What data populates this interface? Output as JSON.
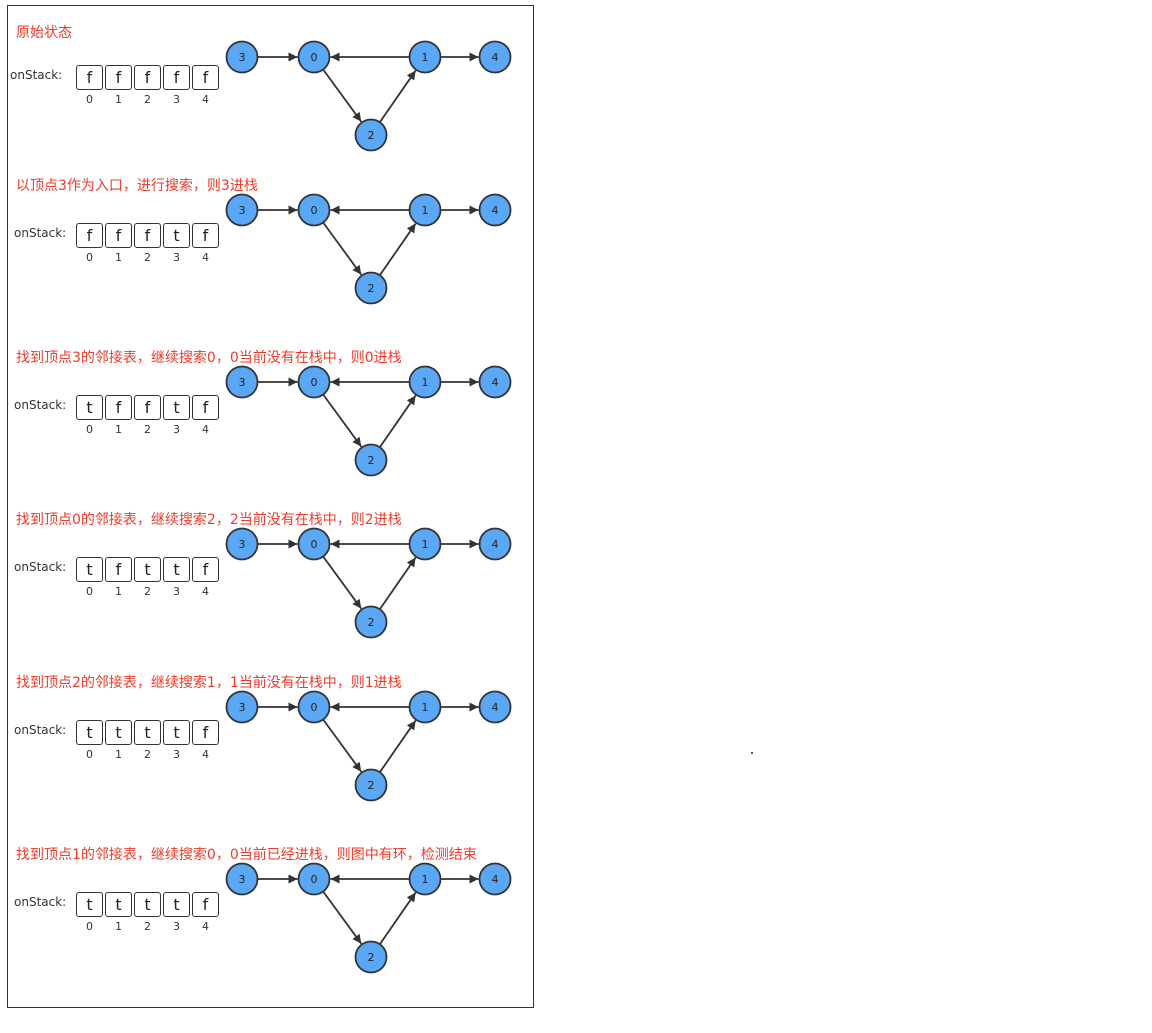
{
  "onstack_label": "onStack:",
  "indices": [
    "0",
    "1",
    "2",
    "3",
    "4"
  ],
  "graph": {
    "nodes": [
      "3",
      "0",
      "1",
      "4",
      "2"
    ],
    "edges": [
      [
        "3",
        "0"
      ],
      [
        "1",
        "0"
      ],
      [
        "0",
        "2"
      ],
      [
        "2",
        "1"
      ],
      [
        "1",
        "4"
      ]
    ]
  },
  "colors": {
    "caption": "#ee3b2b",
    "node_fill": "#5aa8f5",
    "stroke": "#333333"
  },
  "steps": [
    {
      "caption": "原始状态",
      "values": [
        "f",
        "f",
        "f",
        "f",
        "f"
      ]
    },
    {
      "caption": "以顶点3作为入口，进行搜索，则3进栈",
      "values": [
        "f",
        "f",
        "f",
        "t",
        "f"
      ]
    },
    {
      "caption": "找到顶点3的邻接表，继续搜索0，0当前没有在栈中，则0进栈",
      "values": [
        "t",
        "f",
        "f",
        "t",
        "f"
      ]
    },
    {
      "caption": "找到顶点0的邻接表，继续搜索2，2当前没有在栈中，则2进栈",
      "values": [
        "t",
        "f",
        "t",
        "t",
        "f"
      ]
    },
    {
      "caption": "找到顶点2的邻接表，继续搜索1，1当前没有在栈中，则1进栈",
      "values": [
        "t",
        "t",
        "t",
        "t",
        "f"
      ]
    },
    {
      "caption": "找到顶点1的邻接表，继续搜索0，0当前已经进栈，则图中有环，检测结束",
      "values": [
        "t",
        "t",
        "t",
        "t",
        "f"
      ]
    }
  ]
}
